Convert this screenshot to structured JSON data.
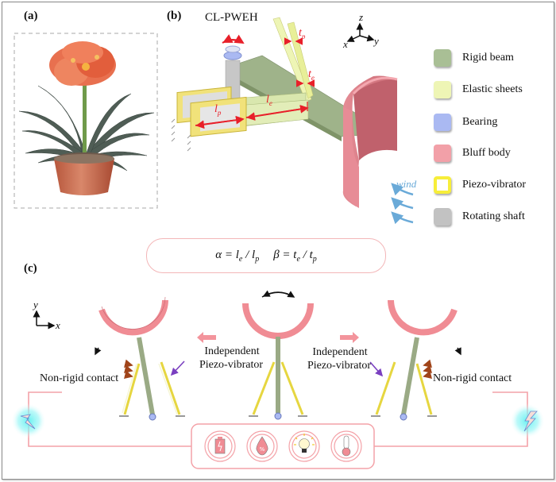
{
  "panels": {
    "a": {
      "label": "(a)",
      "image": "potted-clivia-flower-photo"
    },
    "b": {
      "label": "(b)",
      "title": "CL-PWEH",
      "axes": {
        "x": "x",
        "y": "y",
        "z": "z"
      },
      "dimension_labels": {
        "lp": "l",
        "lp_sub": "p",
        "le": "l",
        "le_sub": "e",
        "tp": "t",
        "tp_sub": "p",
        "te": "t",
        "te_sub": "e"
      },
      "wind_label": "wind"
    },
    "c": {
      "label": "(c)",
      "axes": {
        "x": "x",
        "y": "y"
      },
      "left_contact_label": "Non-rigid contact",
      "right_contact_label": "Non-rigid contact",
      "left_piezo_label_line1": "Independent",
      "left_piezo_label_line2": "Piezo-vibrator",
      "right_piezo_label_line1": "Independent",
      "right_piezo_label_line2": "Piezo-vibrator",
      "load_icons": [
        "battery-icon",
        "humidity-drop-icon",
        "light-bulb-icon",
        "thermometer-icon"
      ]
    }
  },
  "legend": [
    {
      "label": "Rigid beam",
      "color": "#a9bf95"
    },
    {
      "label": "Elastic sheets",
      "color": "#eef5b5"
    },
    {
      "label": "Bearing",
      "color": "#aab9f2"
    },
    {
      "label": "Bluff body",
      "color": "#f2a0a8"
    },
    {
      "label": "Piezo-vibrator",
      "color": "#f7ee3a"
    },
    {
      "label": "Rotating shaft",
      "color": "#c2c2c2"
    }
  ],
  "formula": {
    "alpha": "α",
    "eq": "=",
    "l": "l",
    "e": "e",
    "p": "p",
    "slash": "/",
    "beta": "β",
    "t": "t"
  },
  "colors": {
    "accent_red": "#e8202a",
    "pink": "#f08c94",
    "wind_blue": "#6aaad8",
    "cyan_glow": "#5ff0f0"
  }
}
